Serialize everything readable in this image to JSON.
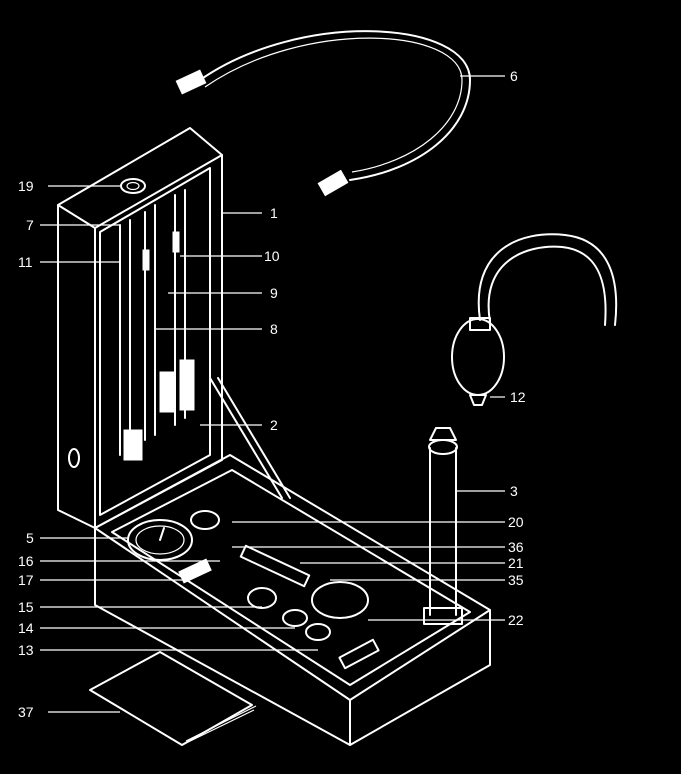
{
  "diagram": {
    "background": "#000000",
    "ink": "#ffffff",
    "callouts": {
      "c1": "1",
      "c2": "2",
      "c3": "3",
      "c5": "5",
      "c6": "6",
      "c7": "7",
      "c8": "8",
      "c9": "9",
      "c10": "10",
      "c11": "11",
      "c12": "12",
      "c13": "13",
      "c14": "14",
      "c15": "15",
      "c16": "16",
      "c17": "17",
      "c19": "19",
      "c20": "20",
      "c21": "21",
      "c22": "22",
      "c35": "35",
      "c36": "36",
      "c37": "37"
    }
  }
}
